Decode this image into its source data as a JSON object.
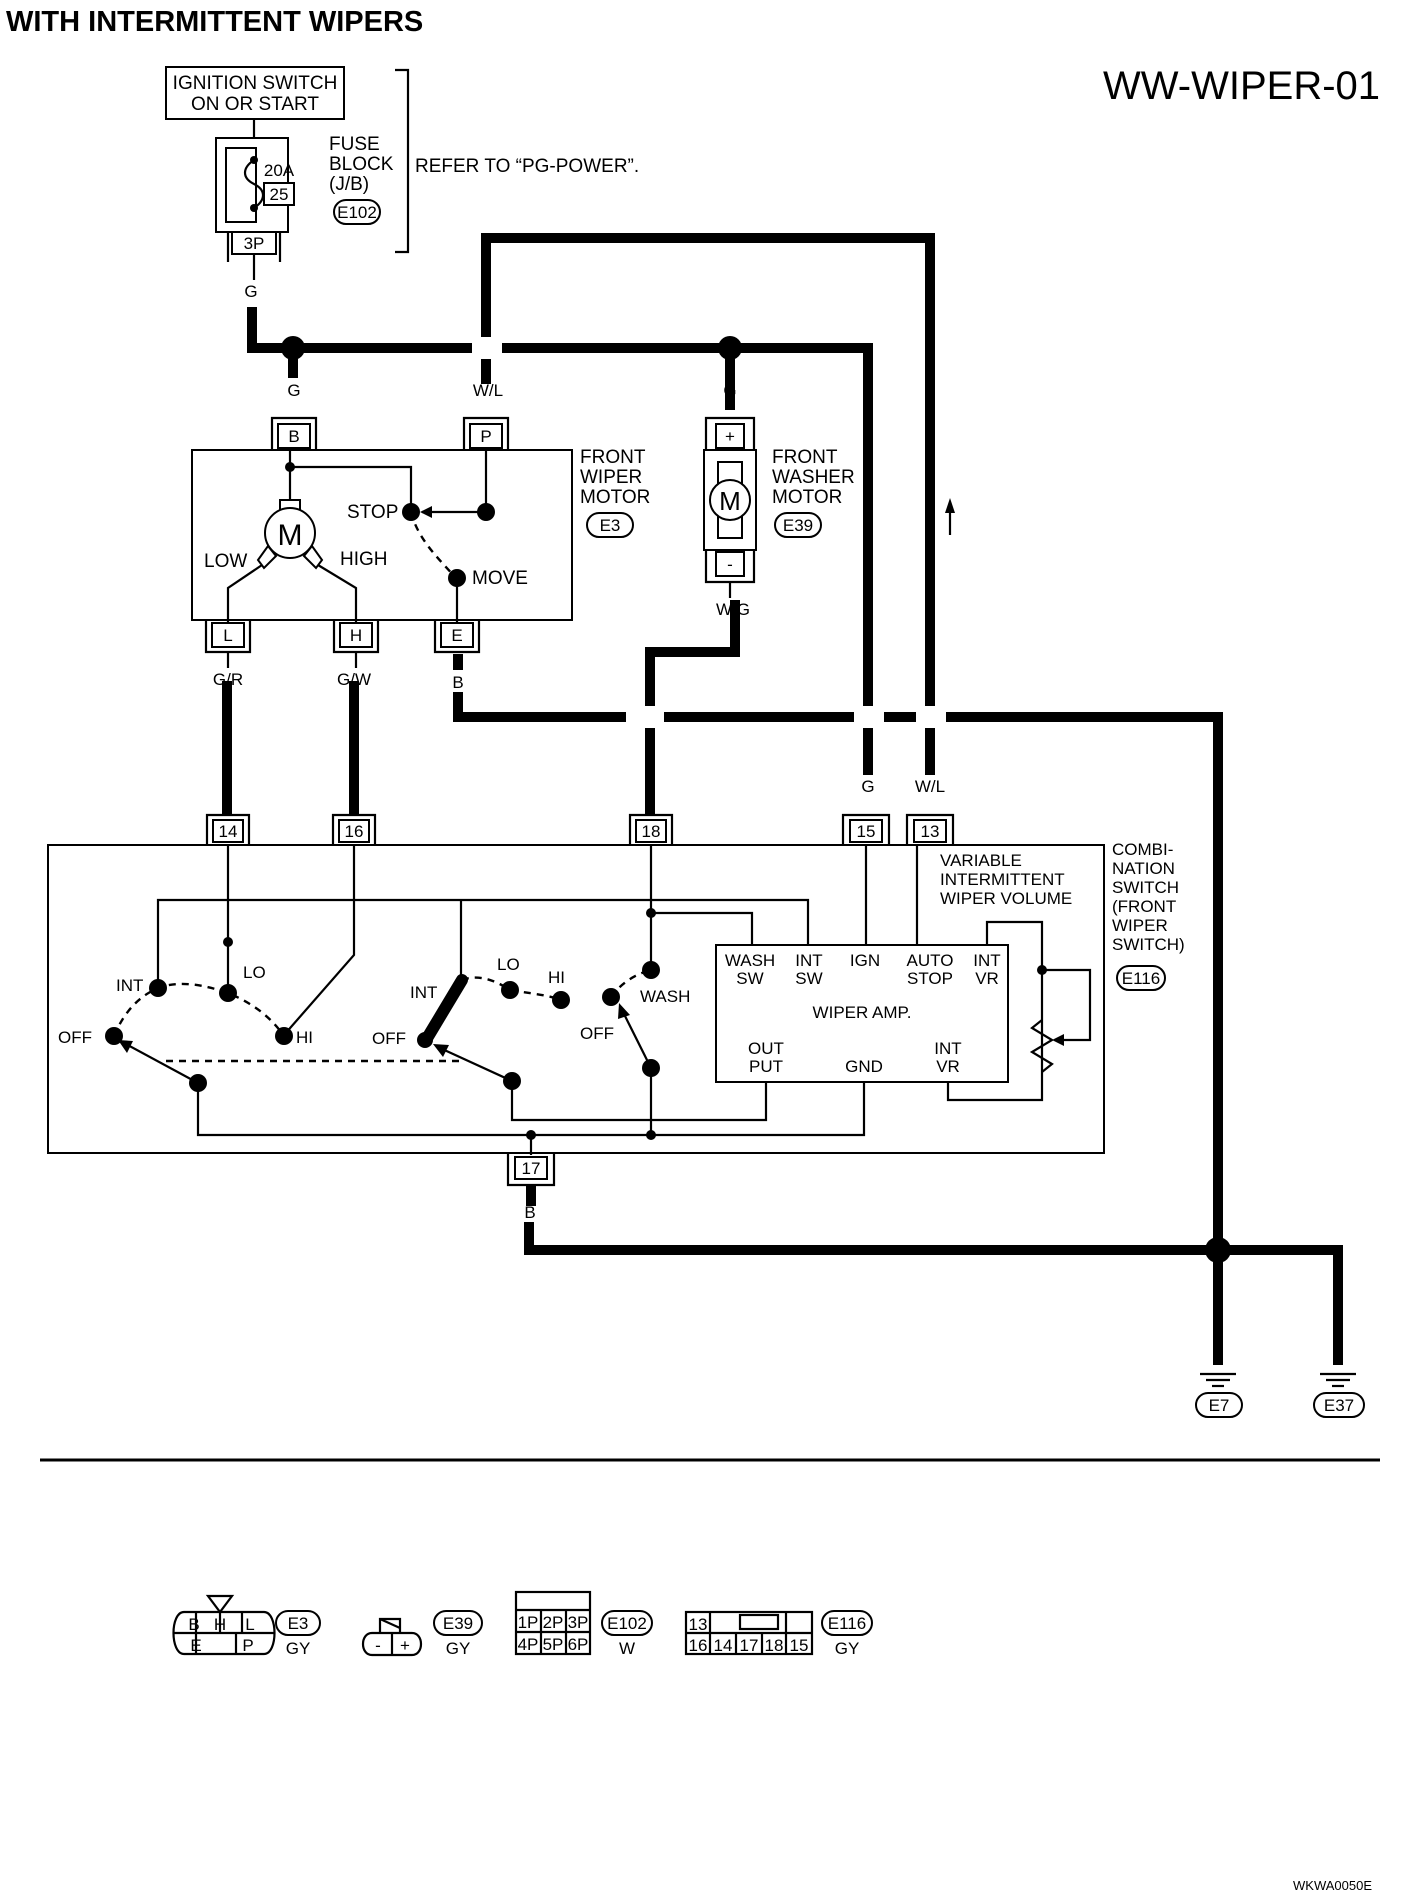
{
  "title": "WITH INTERMITTENT WIPERS",
  "diagram_code": "WW-WIPER-01",
  "image_code": "WKWA0050E",
  "ignition": {
    "line1": "IGNITION SWITCH",
    "line2": "ON OR START"
  },
  "fuse": {
    "amp": "20A",
    "number": "25",
    "label1": "FUSE",
    "label2": "BLOCK",
    "label3": "(J/B)",
    "connector": "E102",
    "terminal": "3P",
    "refer": "REFER TO “PG-POWER”."
  },
  "wire_colors": {
    "g": "G",
    "wl": "W/L",
    "wg": "W/G",
    "gr": "G/R",
    "gw": "G/W",
    "b": "B"
  },
  "wiper_motor": {
    "label1": "FRONT",
    "label2": "WIPER",
    "label3": "MOTOR",
    "connector": "E3",
    "term_b": "B",
    "term_p": "P",
    "term_l": "L",
    "term_h": "H",
    "term_e": "E",
    "motor": "M",
    "stop": "STOP",
    "move": "MOVE",
    "low": "LOW",
    "high": "HIGH"
  },
  "washer_motor": {
    "label1": "FRONT",
    "label2": "WASHER",
    "label3": "MOTOR",
    "connector": "E39",
    "plus": "+",
    "minus": "-",
    "motor": "M"
  },
  "combination_switch": {
    "label1": "COMBI-",
    "label2": "NATION",
    "label3": "SWITCH",
    "label4": "(FRONT",
    "label5": "WIPER",
    "label6": "SWITCH)",
    "connector": "E116",
    "terminals": [
      "14",
      "16",
      "18",
      "15",
      "13",
      "17"
    ],
    "int": "INT",
    "lo": "LO",
    "hi": "HI",
    "off": "OFF",
    "wash": "WASH",
    "volume1": "VARIABLE",
    "volume2": "INTERMITTENT",
    "volume3": "WIPER VOLUME",
    "amp": {
      "wash_sw1": "WASH",
      "wash_sw2": "SW",
      "int_sw1": "INT",
      "int_sw2": "SW",
      "ign": "IGN",
      "auto1": "AUTO",
      "auto2": "STOP",
      "int_vr1": "INT",
      "int_vr2": "VR",
      "title": "WIPER AMP.",
      "out1": "OUT",
      "out2": "PUT",
      "gnd": "GND",
      "int_vr3": "INT",
      "int_vr4": "VR"
    }
  },
  "grounds": [
    "E7",
    "E37"
  ],
  "connectors": [
    {
      "id": "E3",
      "color": "GY",
      "pins_top": [
        "B",
        "H",
        "L"
      ],
      "pins_bottom": [
        "E",
        "P"
      ]
    },
    {
      "id": "E39",
      "color": "GY",
      "pins": [
        "-",
        "+"
      ]
    },
    {
      "id": "E102",
      "color": "W",
      "pins_top": [
        "1P",
        "2P",
        "3P"
      ],
      "pins_bottom": [
        "4P",
        "5P",
        "6P"
      ]
    },
    {
      "id": "E116",
      "color": "GY",
      "pins_top": [
        "13"
      ],
      "pins_bottom": [
        "16",
        "14",
        "17",
        "18",
        "15"
      ]
    }
  ]
}
